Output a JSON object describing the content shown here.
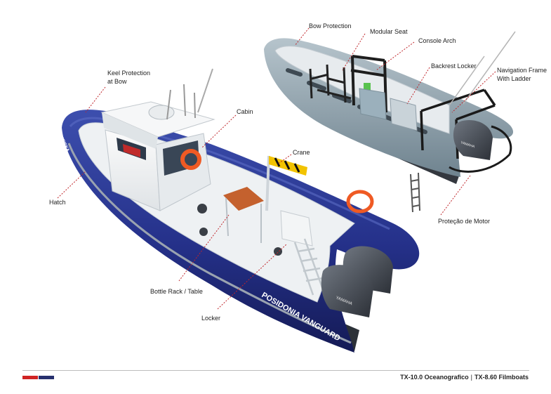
{
  "labels": {
    "keel_protection": [
      "Keel Protection",
      "at Bow"
    ],
    "hatch": "Hatch",
    "cabin": "Cabin",
    "crane": "Crane",
    "bottle_rack": "Bottle Rack / Table",
    "locker": "Locker",
    "bow_protection": "Bow Protection",
    "modular_seat": "Modular Seat",
    "console_arch": "Console Arch",
    "backrest_locker": "Backrest Locker",
    "navigation_frame": [
      "Navigation Frame",
      "With Ladder"
    ],
    "protecao_motor": "Proteção de Motor"
  },
  "boat_markings": {
    "hull_text": "POSIDONIA VANGUARD",
    "bow_text": "FRISKA",
    "engine_brand": "YAMAHA",
    "small_hull_brand": "VANGUARD"
  },
  "footer": {
    "model_left": "TX-10.0 Oceanografico",
    "model_right": "TX-8.60 Filmboats",
    "separator": "|"
  },
  "colors": {
    "hull_blue": "#2a3790",
    "hull_grey": "#8fa1ab",
    "leader_red": "#c0262b",
    "brand_red": "#d02424",
    "brand_navy": "#27306e"
  }
}
